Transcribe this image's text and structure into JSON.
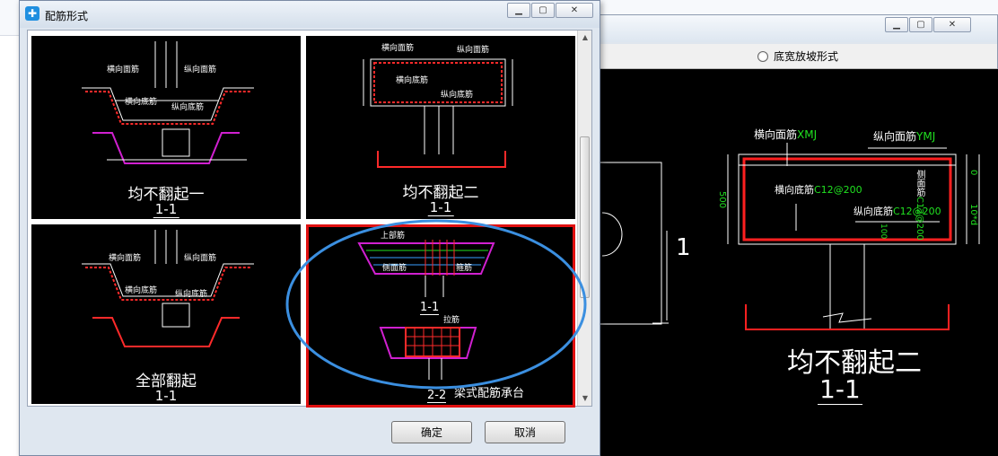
{
  "dialog": {
    "title": "配筋形式",
    "ok_label": "确定",
    "cancel_label": "取消"
  },
  "options": [
    {
      "caption": "均不翻起一",
      "section": "1-1",
      "labels": [
        "横向面筋",
        "纵向面筋",
        "横向底筋",
        "纵向底筋"
      ]
    },
    {
      "caption": "均不翻起二",
      "section": "1-1",
      "labels": [
        "横向面筋",
        "纵向面筋",
        "横向底筋",
        "纵向底筋"
      ]
    },
    {
      "caption": "全部翻起",
      "section": "1-1",
      "labels": [
        "横向面筋",
        "纵向面筋",
        "横向底筋",
        "纵向底筋"
      ]
    },
    {
      "caption": "梁式配筋承台",
      "section": "1-1",
      "section2": "2-2",
      "labels": [
        "上部筋",
        "侧面筋",
        "箍筋",
        "拉筋"
      ]
    }
  ],
  "preview": {
    "radio_label": "底宽放坡形式",
    "caption": "均不翻起二",
    "section": "1-1",
    "marker": "1",
    "labels": {
      "top_transverse": "横向面筋",
      "top_transverse_code": "XMJ",
      "top_longitudinal": "纵向面筋",
      "top_longitudinal_code": "YMJ",
      "bottom_transverse": "横向底筋",
      "bottom_transverse_spec": "C12@200",
      "bottom_longitudinal": "纵向底筋",
      "bottom_longitudinal_spec": "C12@200",
      "side_bar": "侧面筋",
      "side_bar_spec": "C12@200",
      "height": "500",
      "dim_zero": "0",
      "dim_bottom": "10*d",
      "dim_100": "100"
    }
  },
  "colors": {
    "rebar": "#ff2020",
    "highlight_ring": "#3b8fe0",
    "selected_border": "#e01010",
    "dim_text": "#20e020"
  }
}
